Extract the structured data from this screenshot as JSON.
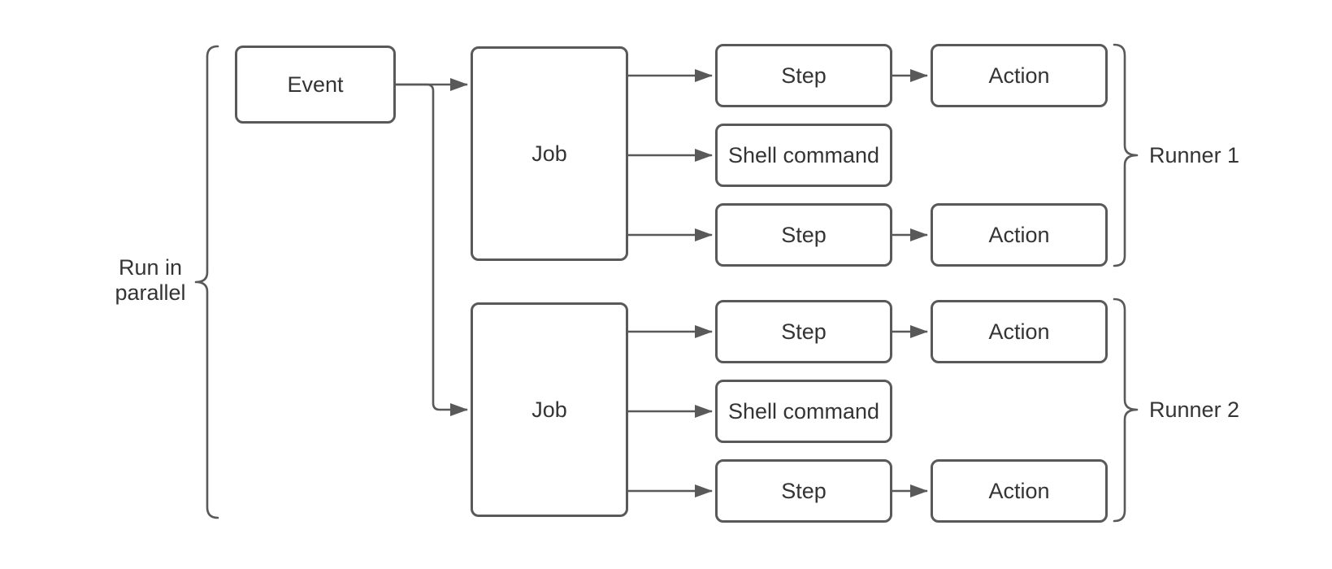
{
  "colors": {
    "background": "#ffffff",
    "stroke": "#595959",
    "text": "#343434"
  },
  "labels": {
    "run_in_parallel": "Run in parallel",
    "runner_1": "Runner 1",
    "runner_2": "Runner 2"
  },
  "nodes": {
    "event": "Event",
    "job_1": "Job",
    "job_2": "Job",
    "runner1_step_1": "Step",
    "runner1_shell_command": "Shell command",
    "runner1_step_2": "Step",
    "runner1_action_1": "Action",
    "runner1_action_2": "Action",
    "runner2_step_1": "Step",
    "runner2_shell_command": "Shell command",
    "runner2_step_2": "Step",
    "runner2_action_1": "Action",
    "runner2_action_2": "Action"
  }
}
